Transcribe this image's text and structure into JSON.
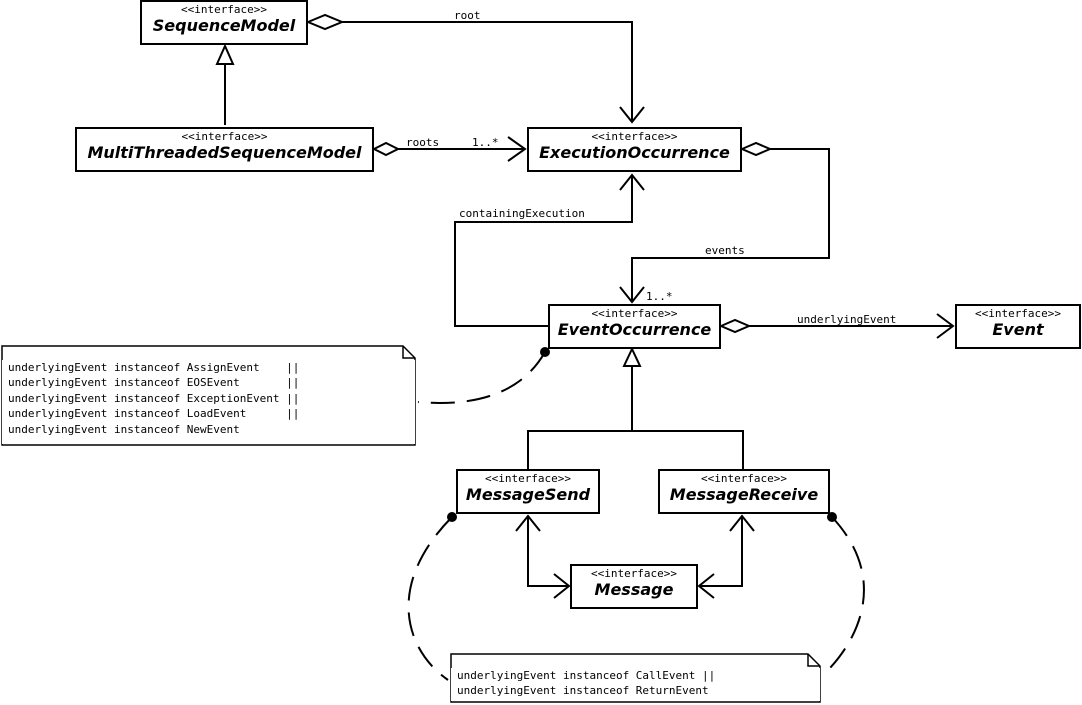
{
  "interfaces": {
    "sequence_model": {
      "stereotype": "<<interface>>",
      "name": "SequenceModel"
    },
    "multi_threaded_sequence_model": {
      "stereotype": "<<interface>>",
      "name": "MultiThreadedSequenceModel"
    },
    "execution_occurrence": {
      "stereotype": "<<interface>>",
      "name": "ExecutionOccurrence"
    },
    "event_occurrence": {
      "stereotype": "<<interface>>",
      "name": "EventOccurrence"
    },
    "event": {
      "stereotype": "<<interface>>",
      "name": "Event"
    },
    "message_send": {
      "stereotype": "<<interface>>",
      "name": "MessageSend"
    },
    "message_receive": {
      "stereotype": "<<interface>>",
      "name": "MessageReceive"
    },
    "message": {
      "stereotype": "<<interface>>",
      "name": "Message"
    }
  },
  "associations": {
    "root": "root",
    "roots": "roots",
    "roots_multiplicity": "1..*",
    "containing_execution": "containingExecution",
    "events": "events",
    "events_multiplicity": "1..*",
    "underlying_event": "underlyingEvent"
  },
  "notes": {
    "event_occurrence_constraint": [
      "underlyingEvent instanceof AssignEvent    ||",
      "underlyingEvent instanceof EOSEvent       ||",
      "underlyingEvent instanceof ExceptionEvent ||",
      "underlyingEvent instanceof LoadEvent      ||",
      "underlyingEvent instanceof NewEvent"
    ],
    "message_constraint": [
      "underlyingEvent instanceof CallEvent ||",
      "underlyingEvent instanceof ReturnEvent"
    ]
  }
}
